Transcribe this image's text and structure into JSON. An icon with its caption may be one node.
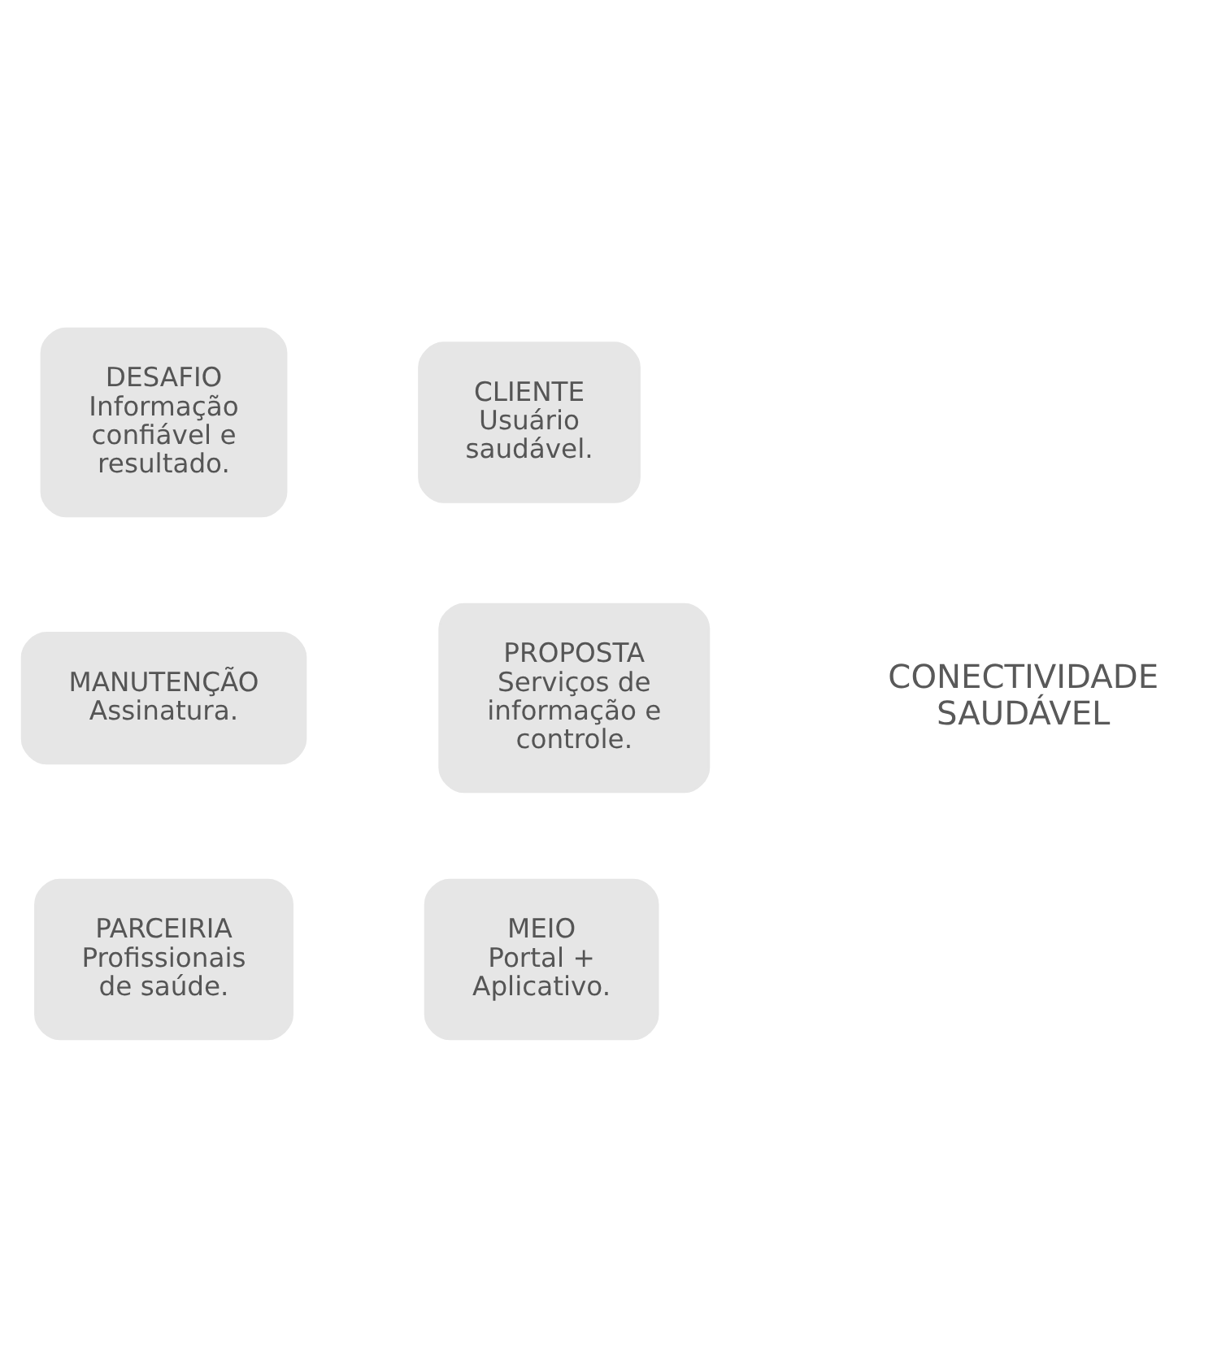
{
  "diagram": {
    "nodes": [
      {
        "text": [
          "DESAFIO",
          "Informação confiável e resultado."
        ]
      },
      {
        "text": [
          "CLIENTE",
          "Usuário saudável."
        ]
      },
      {
        "text": [
          "MANUTENÇÃO",
          "Assinatura."
        ]
      },
      {
        "text": [
          "PROPOSTA",
          "Serviços de informação e controle."
        ]
      },
      {
        "text": [
          "PARCEIRIA",
          "Profissionais de saúde."
        ]
      },
      {
        "text": [
          "MEIO",
          "Portal + Aplicativo."
        ]
      }
    ],
    "edges": [],
    "labels": [
      "CONECTIVIDADE SAUDÁVEL"
    ]
  }
}
